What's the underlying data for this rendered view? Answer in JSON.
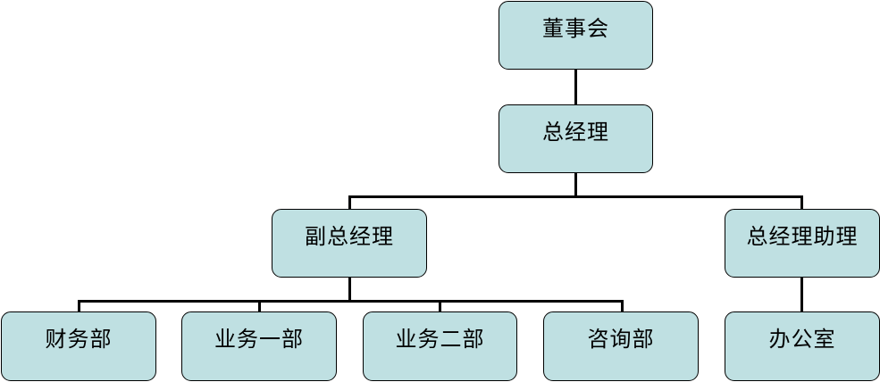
{
  "colors": {
    "node_fill": "#bfe0e2",
    "node_border": "#000000",
    "connector": "#000000"
  },
  "nodes": {
    "board": "董事会",
    "general_manager": "总经理",
    "deputy_general_manager": "副总经理",
    "gm_assistant": "总经理助理",
    "finance_dept": "财务部",
    "business_dept_1": "业务一部",
    "business_dept_2": "业务二部",
    "consulting_dept": "咨询部",
    "office": "办公室"
  }
}
